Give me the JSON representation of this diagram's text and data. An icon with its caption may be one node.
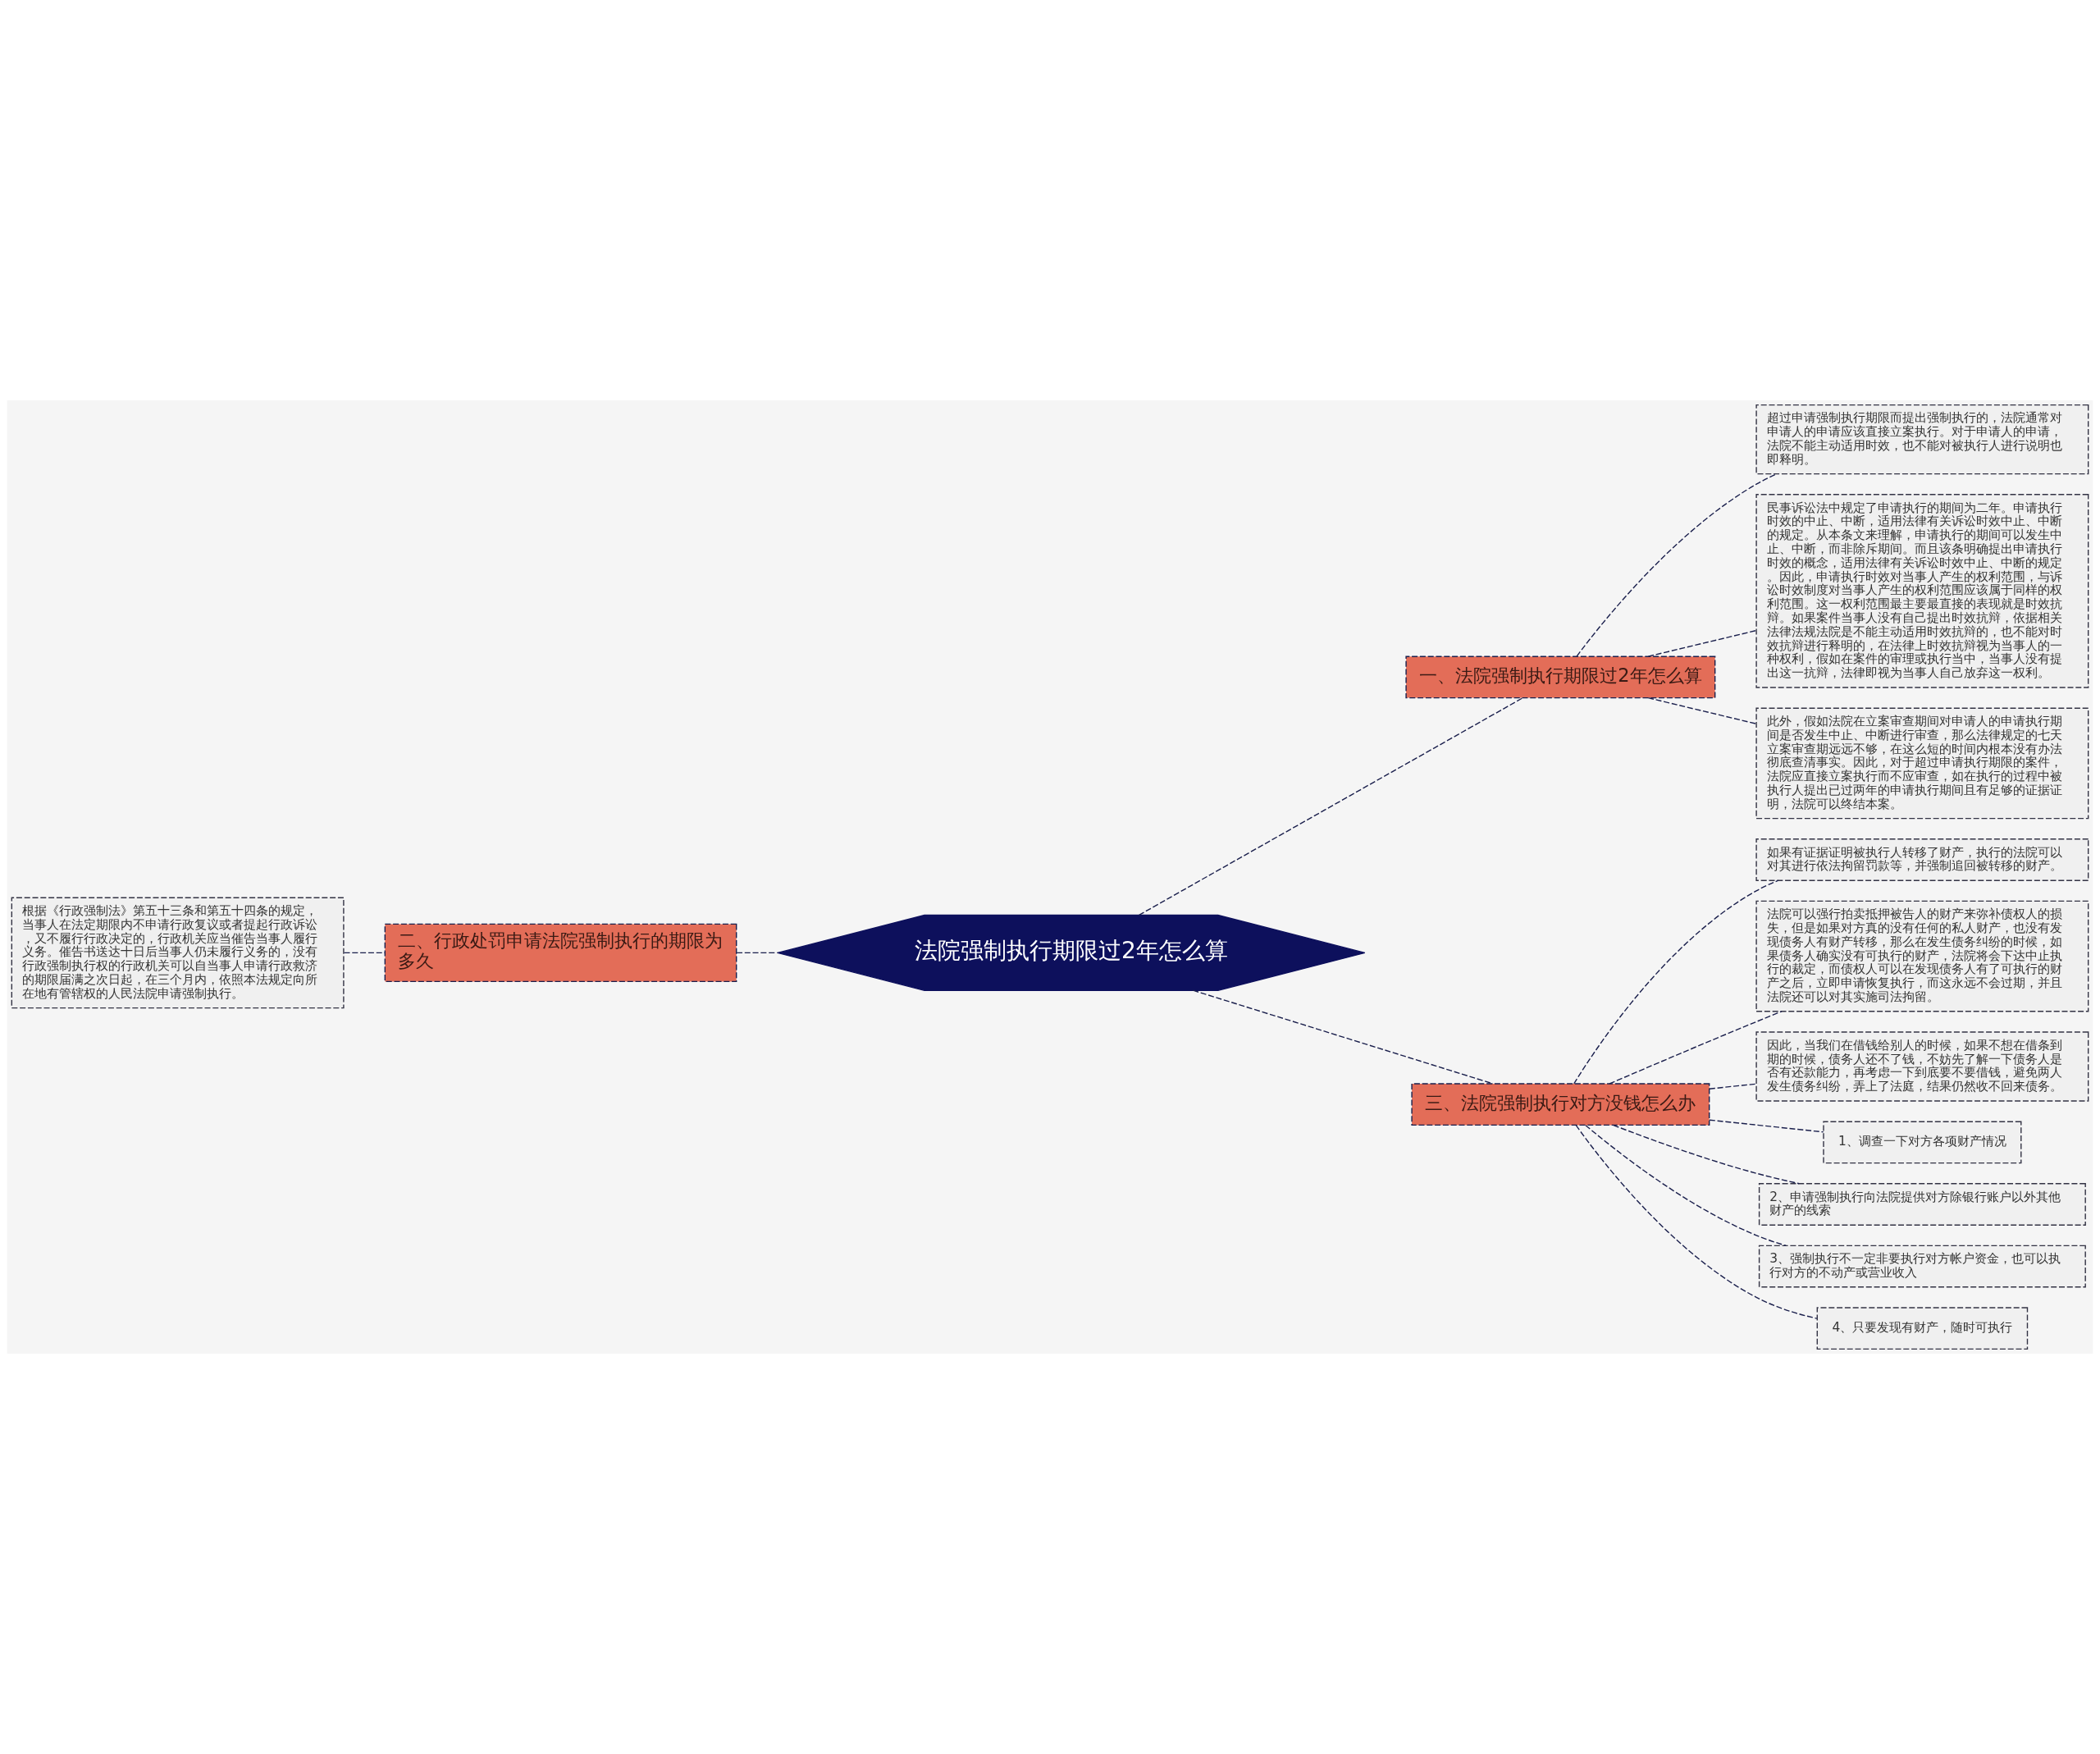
{
  "diagram": {
    "nodes": [
      {
        "text": [
          "法院强制执行期限过2年怎么算"
        ]
      },
      {
        "text": [
          "一、法院强制执行期限过2年怎么算"
        ]
      },
      {
        "text": [
          "超过申请强制执行期限而提出强制执行的，法院通常对申请人的申请应该直接立案执行。对于申请人的申请，法院不能主动适用时效，也不能对被执行人进行说明也即释明。"
        ]
      },
      {
        "text": [
          "民事诉讼法中规定了申请执行的期间为二年。申请执行时效的中止、中断，适用法律有关诉讼时效中止、中断的规定。从本条文来理解，申请执行的期间可以发生中止、中断，而非除斥期间。而且该条明确提出申请执行时效的概念，适用法律有关诉讼时效中止、中断的规定。因此，申请执行时效对当事人产生的权利范围，与诉讼时效制度对当事人产生的权利范围应该属于同样的权利范围。这一权利范围最主要最直接的表现就是时效抗辩。如果案件当事人没有自己提出时效抗辩，依据相关法律法规法院是不能主动适用时效抗辩的，也不能对时效抗辩进行释明的，在法律上时效抗辩视为当事人的一种权利，假如在案件的审理或执行当中，当事人没有提出这一抗辩，法律即视为当事人自己放弃这一权利。"
        ]
      },
      {
        "text": [
          "此外，假如法院在立案审查期间对申请人的申请执行期间是否发生中止、中断进行审查，那么法律规定的七天立案审查期远远不够，在这么短的时间内根本没有办法彻底查清事实。因此，对于超过申请执行期限的案件，法院应直接立案执行而不应审查，如在执行的过程中被执行人提出已过两年的申请执行期间且有足够的证据证明，法院可以终结本案。"
        ]
      },
      {
        "text": [
          "二、行政处罚申请法院强制执行的期限为多久"
        ]
      },
      {
        "text": [
          "根据《行政强制法》第五十三条和第五十四条的规定，当事人在法定期限内不申请行政复议或者提起行政诉讼，又不履行行政决定的，行政机关应当催告当事人履行义务。催告书送达十日后当事人仍未履行义务的，没有行政强制执行权的行政机关可以自当事人申请行政救济的期限届满之次日起，在三个月内，依照本法规定向所在地有管辖权的人民法院申请强制执行。"
        ]
      },
      {
        "text": [
          "三、法院强制执行对方没钱怎么办"
        ]
      },
      {
        "text": [
          "如果有证据证明被执行人转移了财产，执行的法院可以对其进行依法拘留罚款等，并强制追回被转移的财产。"
        ]
      },
      {
        "text": [
          "法院可以强行拍卖抵押被告人的财产来弥补债权人的损失，但是如果对方真的没有任何的私人财产，也没有发现债务人有财产转移，那么在发生债务纠纷的时候，如果债务人确实没有可执行的财产，法院将会下达中止执行的裁定，而债权人可以在发现债务人有了可执行的财产之后，立即申请恢复执行，而这永远不会过期，并且法院还可以对其实施司法拘留。"
        ]
      },
      {
        "text": [
          "因此，当我们在借钱给别人的时候，如果不想在借条到期的时候，债务人还不了钱，不妨先了解一下债务人是否有还款能力，再考虑一下到底要不要借钱，避免两人发生债务纠纷，弄上了法庭，结果仍然收不回来债务。"
        ]
      },
      {
        "text": [
          "1、调查一下对方各项财产情况"
        ]
      },
      {
        "text": [
          "2、申请强制执行向法院提供对方除银行账户以外其他财产的线索"
        ]
      },
      {
        "text": [
          "3、强制执行不一定非要执行对方帐户资金，也可以执行对方的不动产或营业收入"
        ]
      },
      {
        "text": [
          "4、只要发现有财产，随时可执行"
        ]
      }
    ],
    "edges": [
      {
        "from": 0,
        "to": 1,
        "arrow": "none",
        "style": "dashed"
      },
      {
        "from": 1,
        "to": 2,
        "arrow": "none",
        "style": "dashed"
      },
      {
        "from": 1,
        "to": 3,
        "arrow": "none",
        "style": "dashed"
      },
      {
        "from": 1,
        "to": 4,
        "arrow": "none",
        "style": "dashed"
      },
      {
        "from": 5,
        "to": 0,
        "arrow": "none",
        "style": "dashed"
      },
      {
        "from": 6,
        "to": 5,
        "arrow": "none",
        "style": "dashed"
      },
      {
        "from": 0,
        "to": 7,
        "arrow": "none",
        "style": "dashed"
      },
      {
        "from": 7,
        "to": 8,
        "arrow": "none",
        "style": "dashed"
      },
      {
        "from": 7,
        "to": 9,
        "arrow": "none",
        "style": "dashed"
      },
      {
        "from": 7,
        "to": 10,
        "arrow": "none",
        "style": "dashed"
      },
      {
        "from": 7,
        "to": 11,
        "arrow": "none",
        "style": "dashed"
      },
      {
        "from": 7,
        "to": 12,
        "arrow": "none",
        "style": "dashed"
      },
      {
        "from": 7,
        "to": 13,
        "arrow": "none",
        "style": "dashed"
      },
      {
        "from": 7,
        "to": 14,
        "arrow": "none",
        "style": "dashed"
      }
    ]
  }
}
